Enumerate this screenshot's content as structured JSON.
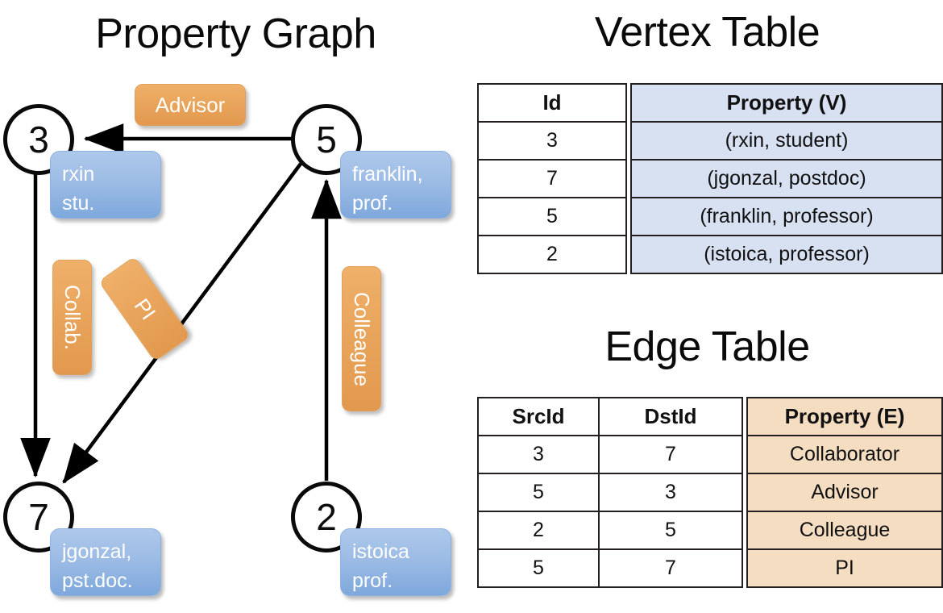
{
  "titles": {
    "property_graph": "Property Graph",
    "vertex_table": "Vertex Table",
    "edge_table": "Edge Table"
  },
  "graph": {
    "nodes": [
      {
        "id": "3",
        "property_lines": [
          "rxin",
          "stu."
        ]
      },
      {
        "id": "5",
        "property_lines": [
          "franklin,",
          "prof."
        ]
      },
      {
        "id": "7",
        "property_lines": [
          "jgonzal,",
          "pst.doc."
        ]
      },
      {
        "id": "2",
        "property_lines": [
          "istoica",
          "prof."
        ]
      }
    ],
    "edge_labels": {
      "advisor": "Advisor",
      "collab": "Collab.",
      "colleague": "Colleague",
      "pi": "PI"
    },
    "edges": [
      {
        "from": "5",
        "to": "3",
        "label": "Advisor"
      },
      {
        "from": "3",
        "to": "7",
        "label": "Collab."
      },
      {
        "from": "5",
        "to": "7",
        "label": "PI"
      },
      {
        "from": "2",
        "to": "5",
        "label": "Colleague"
      }
    ]
  },
  "vertex_table": {
    "headers": [
      "Id",
      "Property (V)"
    ],
    "rows": [
      {
        "id": "3",
        "property": "(rxin, student)"
      },
      {
        "id": "7",
        "property": "(jgonzal, postdoc)"
      },
      {
        "id": "5",
        "property": "(franklin, professor)"
      },
      {
        "id": "2",
        "property": "(istoica, professor)"
      }
    ]
  },
  "edge_table": {
    "headers": [
      "SrcId",
      "DstId",
      "Property (E)"
    ],
    "rows": [
      {
        "src": "3",
        "dst": "7",
        "property": "Collaborator"
      },
      {
        "src": "5",
        "dst": "3",
        "property": "Advisor"
      },
      {
        "src": "2",
        "dst": "5",
        "property": "Colleague"
      },
      {
        "src": "5",
        "dst": "7",
        "property": "PI"
      }
    ]
  },
  "colors": {
    "vertex_property_fill": "#d7e1f2",
    "edge_property_fill": "#f5ddc2",
    "node_callout_blue": "#9dbce5",
    "edge_label_orange": "#e9a55c",
    "stroke": "#000000"
  }
}
